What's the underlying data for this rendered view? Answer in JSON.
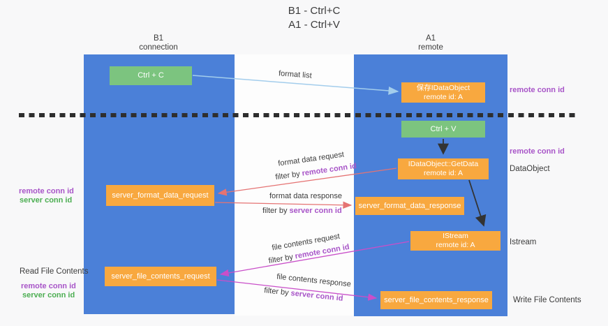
{
  "title": {
    "line1": "B1 - Ctrl+C",
    "line2": "A1 - Ctrl+V"
  },
  "lanes": {
    "b1": {
      "name": "B1",
      "subtitle": "connection"
    },
    "a1": {
      "name": "A1",
      "subtitle": "remote"
    }
  },
  "nodes": {
    "ctrl_c": {
      "label": "Ctrl + C"
    },
    "ctrl_v": {
      "label": "Ctrl + V"
    },
    "save_dataobject": {
      "line1": "保存IDataObject",
      "line2": "remote id: A"
    },
    "getdata": {
      "line1": "IDataObject::GetData",
      "line2": "remote id: A"
    },
    "istream": {
      "line1": "IStream",
      "line2": "remote id: A"
    },
    "server_format_data_request": {
      "label": "server_format_data_request"
    },
    "server_format_data_response": {
      "label": "server_format_data_response"
    },
    "server_file_contents_request": {
      "label": "server_file_contents_request"
    },
    "server_file_contents_response": {
      "label": "server_file_contents_response"
    }
  },
  "side_labels": {
    "remote_conn_id": "remote conn id",
    "server_conn_id": "server conn id",
    "dataobject": "DataObject",
    "istream": "Istream",
    "read_file_contents": "Read File Contents",
    "write_file_contents": "Write File Contents"
  },
  "edge_labels": {
    "format_list": "format list",
    "format_data_request": "format data request",
    "format_data_response": "format data response",
    "file_contents_request": "file contents request",
    "file_contents_response": "file contents response",
    "filter_by": "filter by",
    "remote_conn_id": "remote conn id",
    "server_conn_id": "server conn id"
  },
  "colors": {
    "lane_blue": "#4b80d8",
    "node_green": "#7cc47f",
    "node_orange": "#f8a83f",
    "accent_purple": "#a855c8",
    "accent_green": "#4cae52",
    "arrow_red": "#e57373",
    "arrow_magenta": "#c94fc9",
    "arrow_blue": "#a3cdec",
    "arrow_black": "#333333"
  }
}
